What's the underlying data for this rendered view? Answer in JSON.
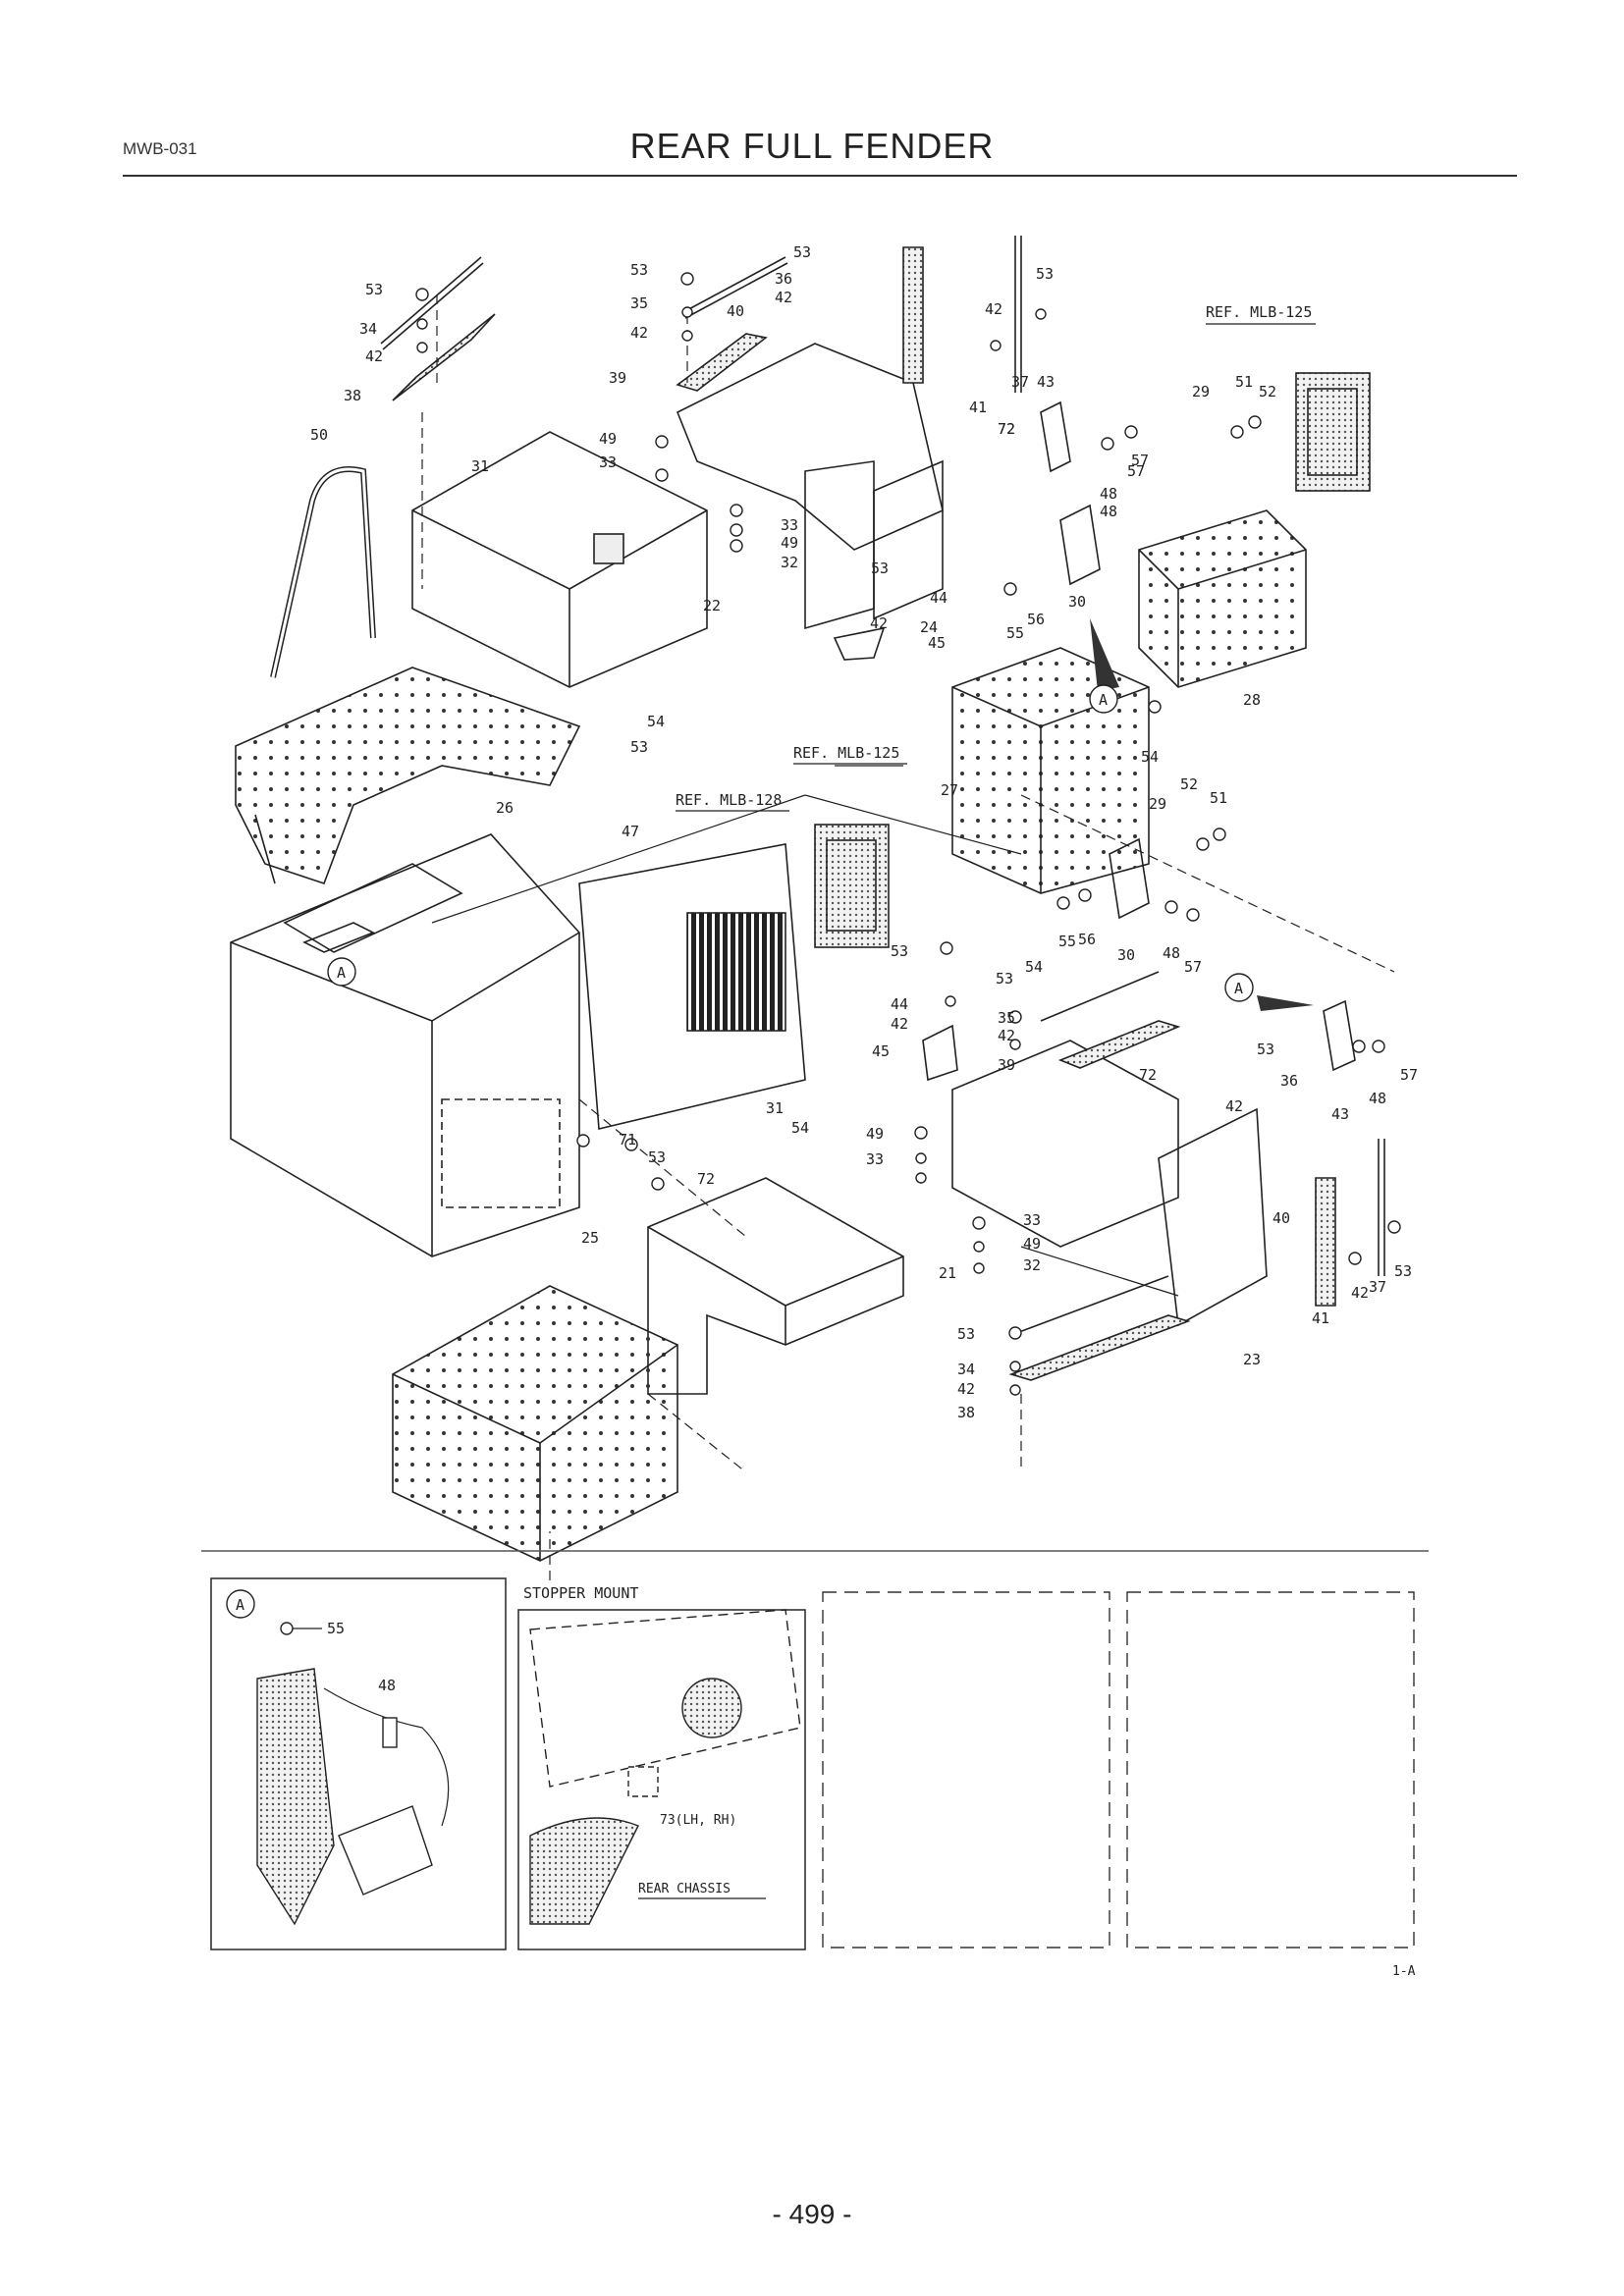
{
  "header": {
    "code": "MWB-031",
    "title": "REAR FULL FENDER"
  },
  "callouts": [
    {
      "id": "c1",
      "text": "53"
    },
    {
      "id": "c2",
      "text": "34"
    },
    {
      "id": "c3",
      "text": "42"
    },
    {
      "id": "c4",
      "text": "38"
    },
    {
      "id": "c5",
      "text": "50"
    },
    {
      "id": "c6",
      "text": "31"
    },
    {
      "id": "c7",
      "text": "53"
    },
    {
      "id": "c8",
      "text": "35"
    },
    {
      "id": "c9",
      "text": "42"
    },
    {
      "id": "c10",
      "text": "39"
    },
    {
      "id": "c11",
      "text": "49"
    },
    {
      "id": "c12",
      "text": "33"
    },
    {
      "id": "c13",
      "text": "53"
    },
    {
      "id": "c14",
      "text": "36"
    },
    {
      "id": "c15",
      "text": "42"
    },
    {
      "id": "c16",
      "text": "40"
    },
    {
      "id": "c17",
      "text": "33"
    },
    {
      "id": "c18",
      "text": "49"
    },
    {
      "id": "c19",
      "text": "32"
    },
    {
      "id": "c20",
      "text": "72"
    },
    {
      "id": "c21",
      "text": "22"
    },
    {
      "id": "c22",
      "text": "54"
    },
    {
      "id": "c23",
      "text": "53"
    },
    {
      "id": "c24",
      "text": "26"
    },
    {
      "id": "c25",
      "text": "53"
    },
    {
      "id": "c26",
      "text": "44"
    },
    {
      "id": "c27",
      "text": "42"
    },
    {
      "id": "c28",
      "text": "45"
    },
    {
      "id": "c29",
      "text": "24"
    },
    {
      "id": "c30",
      "text": "42"
    },
    {
      "id": "c31",
      "text": "53"
    },
    {
      "id": "c32",
      "text": "41"
    },
    {
      "id": "c33",
      "text": "37"
    },
    {
      "id": "c34",
      "text": "43"
    },
    {
      "id": "c35",
      "text": "72"
    },
    {
      "id": "c36",
      "text": "57"
    },
    {
      "id": "c37",
      "text": "48"
    },
    {
      "id": "c38",
      "text": "57"
    },
    {
      "id": "c39",
      "text": "48"
    },
    {
      "id": "c40",
      "text": "55"
    },
    {
      "id": "c41",
      "text": "56"
    },
    {
      "id": "c42",
      "text": "30"
    },
    {
      "id": "c43",
      "text": "29"
    },
    {
      "id": "c44",
      "text": "51"
    },
    {
      "id": "c45",
      "text": "52"
    },
    {
      "id": "c46",
      "text": "28"
    },
    {
      "id": "c47",
      "text": "54"
    },
    {
      "id": "c48",
      "text": "27"
    },
    {
      "id": "c49",
      "text": "29"
    },
    {
      "id": "c50",
      "text": "52"
    },
    {
      "id": "c51",
      "text": "51"
    },
    {
      "id": "c52",
      "text": "47"
    },
    {
      "id": "c53",
      "text": "53"
    },
    {
      "id": "c54",
      "text": "44"
    },
    {
      "id": "c55",
      "text": "42"
    },
    {
      "id": "c56",
      "text": "45"
    },
    {
      "id": "c57",
      "text": "54"
    },
    {
      "id": "c58",
      "text": "55"
    },
    {
      "id": "c59",
      "text": "56"
    },
    {
      "id": "c60",
      "text": "30"
    },
    {
      "id": "c61",
      "text": "48"
    },
    {
      "id": "c62",
      "text": "57"
    },
    {
      "id": "c63",
      "text": "53"
    },
    {
      "id": "c64",
      "text": "35"
    },
    {
      "id": "c65",
      "text": "42"
    },
    {
      "id": "c66",
      "text": "39"
    },
    {
      "id": "c67",
      "text": "53"
    },
    {
      "id": "c68",
      "text": "72"
    },
    {
      "id": "c69",
      "text": "36"
    },
    {
      "id": "c70",
      "text": "42"
    },
    {
      "id": "c71",
      "text": "57"
    },
    {
      "id": "c72",
      "text": "48"
    },
    {
      "id": "c73",
      "text": "43"
    },
    {
      "id": "c74",
      "text": "31"
    },
    {
      "id": "c75",
      "text": "54"
    },
    {
      "id": "c76",
      "text": "49"
    },
    {
      "id": "c77",
      "text": "33"
    },
    {
      "id": "c78",
      "text": "71"
    },
    {
      "id": "c79",
      "text": "53"
    },
    {
      "id": "c80",
      "text": "72"
    },
    {
      "id": "c81",
      "text": "33"
    },
    {
      "id": "c82",
      "text": "49"
    },
    {
      "id": "c83",
      "text": "32"
    },
    {
      "id": "c84",
      "text": "21"
    },
    {
      "id": "c85",
      "text": "25"
    },
    {
      "id": "c86",
      "text": "40"
    },
    {
      "id": "c87",
      "text": "41"
    },
    {
      "id": "c88",
      "text": "42"
    },
    {
      "id": "c89",
      "text": "37"
    },
    {
      "id": "c90",
      "text": "53"
    },
    {
      "id": "c91",
      "text": "23"
    },
    {
      "id": "c92",
      "text": "53"
    },
    {
      "id": "c93",
      "text": "34"
    },
    {
      "id": "c94",
      "text": "42"
    },
    {
      "id": "c95",
      "text": "38"
    }
  ],
  "references": {
    "ref1": "REF. MLB-125",
    "ref2": "REF. MLB-125",
    "ref3": "REF. MLB-128"
  },
  "detail_markers": {
    "a1": "A",
    "a2": "A",
    "a3": "A"
  },
  "inset_a": {
    "marker": "A",
    "c55": "55",
    "c48": "48"
  },
  "inset_stopper": {
    "title": "STOPPER MOUNT",
    "part_label": "73(LH, RH)",
    "chassis_label": "REAR CHASSIS"
  },
  "sheet_code": "1-A",
  "page_number": "- 499 -"
}
